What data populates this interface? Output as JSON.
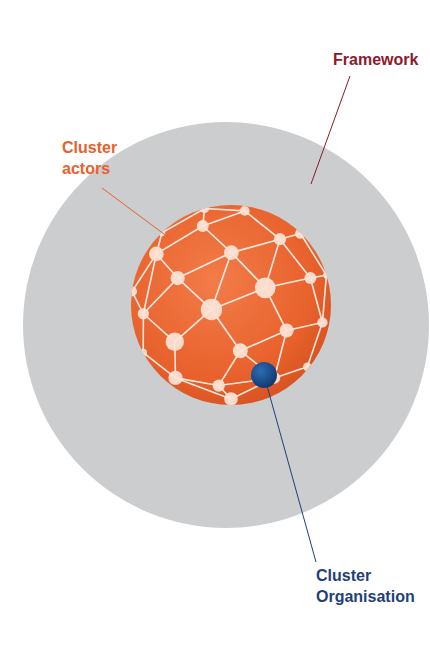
{
  "diagram": {
    "labels": [
      "Framework",
      "Cluster actors",
      "Cluster Organisation"
    ]
  }
}
